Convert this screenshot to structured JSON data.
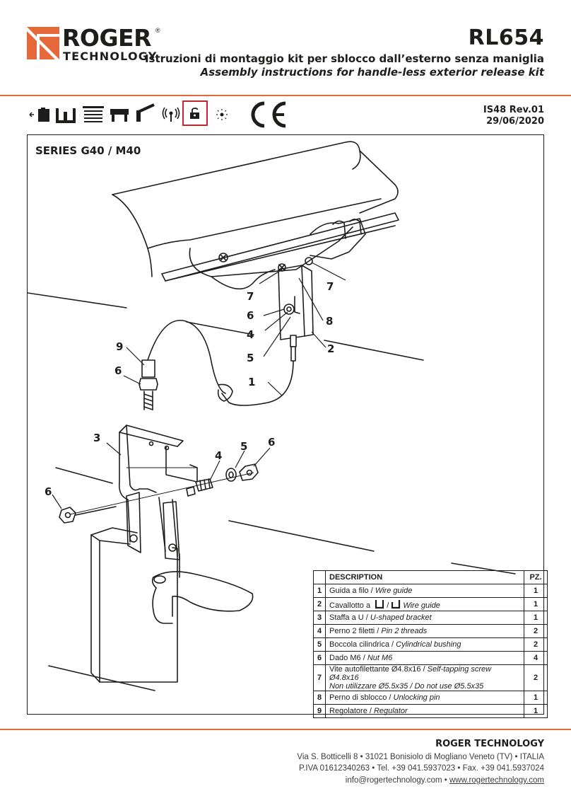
{
  "header": {
    "brand_top": "ROGER",
    "brand_bottom": "TECHNOLOGY",
    "registered": "®",
    "model": "RL654",
    "title_it": "Istruzioni di montaggio kit per sblocco dall’esterno senza maniglia",
    "title_en": "Assembly instructions for handle-less exterior release kit",
    "doc_code": "IS48 Rev.01",
    "doc_date": "29/06/2020",
    "ce_mark": "CE"
  },
  "colors": {
    "accent": "#e4683a",
    "highlight": "#c0272d",
    "text": "#1d1d1b"
  },
  "product_icons": [
    "gate-slide-icon",
    "barrier-post-icon",
    "garage-door-icon",
    "bench-icon",
    "swing-barrier-icon",
    "radio-icon",
    "lock-icon",
    "sensor-icon"
  ],
  "series_title": "SERIES G40 / M40",
  "callouts": [
    "7",
    "6",
    "4",
    "5",
    "7",
    "8",
    "2",
    "1",
    "9",
    "6",
    "3",
    "4",
    "5",
    "6",
    "6"
  ],
  "table": {
    "header_desc": "DESCRIPTION",
    "header_qty": "PZ.",
    "rows": [
      {
        "n": "1",
        "it": "Guida a filo / ",
        "en": "Wire guide",
        "qty": "1"
      },
      {
        "n": "2",
        "it": "Cavallotto a",
        "mid": " / ",
        "en": "Wire guide",
        "qty": "1"
      },
      {
        "n": "3",
        "it": "Staffa a U / ",
        "en": "U-shaped bracket",
        "qty": "1"
      },
      {
        "n": "4",
        "it": "Perno 2 filetti / ",
        "en": "Pin 2 threads",
        "qty": "2"
      },
      {
        "n": "5",
        "it": "Boccola cilindrica / ",
        "en": "Cylindrical bushing",
        "qty": "2"
      },
      {
        "n": "6",
        "it": "Dado M6 / ",
        "en": "Nut M6",
        "qty": "4"
      },
      {
        "n": "7",
        "it": "Vite autofilettante Ø4.8x16 / ",
        "en": "Self-tapping screw Ø4.8x16",
        "it2": "Non utilizzare Ø5.5x35 / ",
        "en2": "Do not use Ø5.5x35",
        "qty": "2"
      },
      {
        "n": "8",
        "it": "Perno di sblocco / ",
        "en": "Unlocking pin",
        "qty": "1"
      },
      {
        "n": "9",
        "it": "Regolatore / ",
        "en": "Regulator",
        "qty": "1"
      }
    ]
  },
  "footer": {
    "company": "ROGER TECHNOLOGY",
    "address": "Via S. Botticelli 8 • 31021 Bonisiolo di Mogliano Veneto (TV) • ITALIA",
    "vat": "P.IVA 01612340263 • Tel. +39 041.5937023 • Fax. +39 041.5937024",
    "email": "info@rogertechnology.com",
    "sep": " • ",
    "web": "www.rogertechnology.com"
  }
}
